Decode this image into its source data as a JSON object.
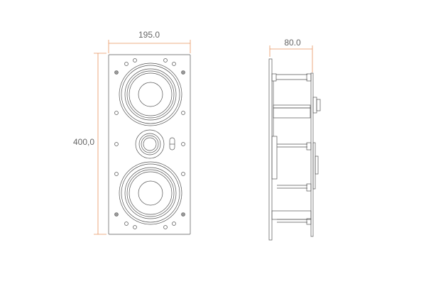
{
  "front_view": {
    "width_label": "195.0",
    "height_label": "400,0"
  },
  "side_view": {
    "depth_label": "80.0"
  },
  "colors": {
    "dimension": "#e8955f",
    "outline": "#555555"
  }
}
